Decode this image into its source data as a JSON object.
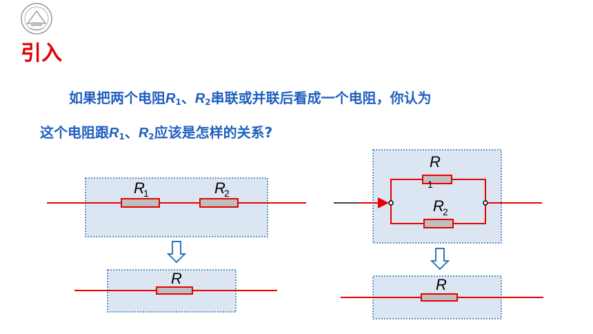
{
  "slide": {
    "title": "引入",
    "question": {
      "line1_prefix": "如果把两个电阻",
      "line1_r1": "R",
      "line1_r1_sub": "1",
      "line1_sep": "、",
      "line1_r2": "R",
      "line1_r2_sub": "2",
      "line1_suffix": "串联或并联后看成一个电阻，你认为",
      "line2_prefix": "这个电阻跟",
      "line2_r1": "R",
      "line2_r1_sub": "1",
      "line2_sep": "、",
      "line2_r2": "R",
      "line2_r2_sub": "2",
      "line2_suffix": "应该是怎样的关系?"
    }
  },
  "series": {
    "r1_label": "R",
    "r1_sub": "1",
    "r2_label": "R",
    "r2_sub": "2",
    "equivalent_label": "R"
  },
  "parallel": {
    "r1_label": "R",
    "r1_sub": "1",
    "r2_label": "R",
    "r2_sub": "2",
    "equivalent_label": "R"
  },
  "colors": {
    "title": "#e00000",
    "question_text": "#1f5fbf",
    "wire": "#e60000",
    "box_fill": "#dce6f2",
    "box_border": "#2e75b6",
    "resistor_fill": "#bfbfbf",
    "arrow": "#2e75b6"
  },
  "icons": {
    "logo": "university-seal-icon",
    "down_arrow": "hollow-down-arrow-icon"
  }
}
